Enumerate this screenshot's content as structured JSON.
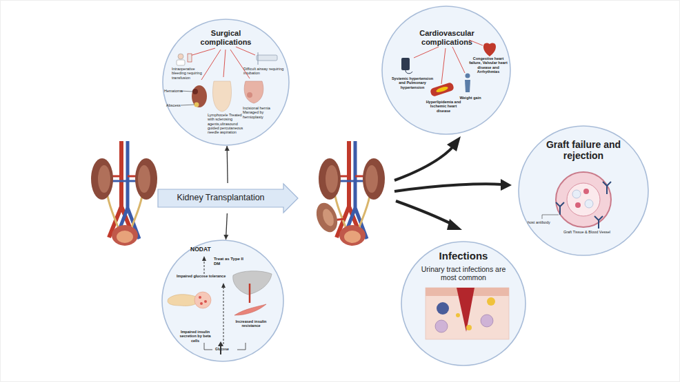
{
  "diagram": {
    "nodes": [
      {
        "text": [
          "Surgical complications",
          "Intraoperative bleeding requiring transfusion",
          "Difficult airway requiring intubation",
          "Hematoma",
          "Abscess",
          "Lymphocele Treated with sclerosing agents,ultrasound guided percutaneous needle aspiration",
          "Incisional hernia Managed by hernioplasty"
        ]
      },
      {
        "text": [
          "Cardiovascular complications",
          "Systemic hypertension and Pulmonary hypertension",
          "Hyperlipidemia and Ischemic heart disease",
          "Weight gain",
          "Congestive heart failure, Valvular heart disease and Arrhythmias"
        ]
      },
      {
        "text": [
          "Kidney Transplantation"
        ]
      },
      {
        "text": [
          "Graft failure and rejection",
          "host antibody",
          "Graft Tissue & Blood Vessel"
        ]
      },
      {
        "text": [
          "NODAT",
          "Treat as Type II DM",
          "Impaired glucose tolerance",
          "Increased insulin resistance",
          "Impaired insulin secretion by beta cells",
          "Glucose"
        ]
      },
      {
        "text": [
          "Infections",
          "Urinary tract infections are most common"
        ]
      }
    ],
    "edges": [
      {
        "from": 2,
        "to": 0,
        "arrow": "to"
      },
      {
        "from": 2,
        "to": 4,
        "arrow": "to"
      }
    ]
  }
}
